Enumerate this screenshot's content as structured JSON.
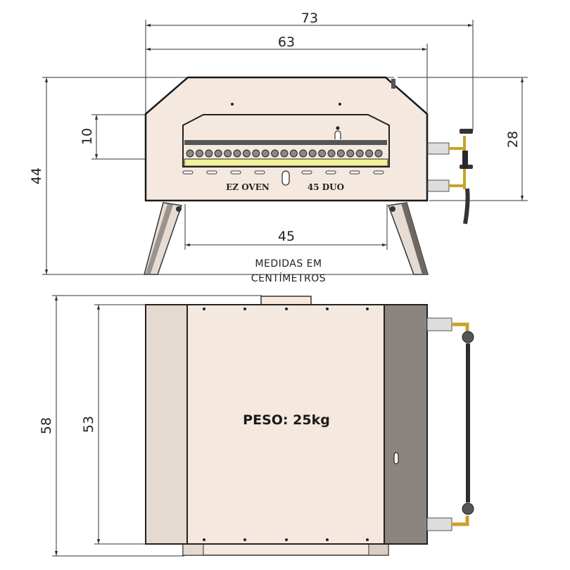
{
  "front_view": {
    "dims": {
      "overall_width": "73",
      "body_width": "63",
      "overall_height": "44",
      "body_height": "28",
      "opening_height": "10",
      "opening_width": "45"
    },
    "brand_left": "EZ OVEN",
    "brand_right": "45 DUO",
    "note_line1": "MEDIDAS EM",
    "note_line2": "CENTÍMETROS"
  },
  "top_view": {
    "dims": {
      "overall_depth": "58",
      "body_depth": "53"
    },
    "weight_label": "PESO: 25kg"
  },
  "colors": {
    "body": "#f5e8df",
    "side_light": "#e5dad1",
    "side_dark": "#8c847f",
    "burner_bar": "#f4f29a",
    "brass": "#c9a227"
  }
}
